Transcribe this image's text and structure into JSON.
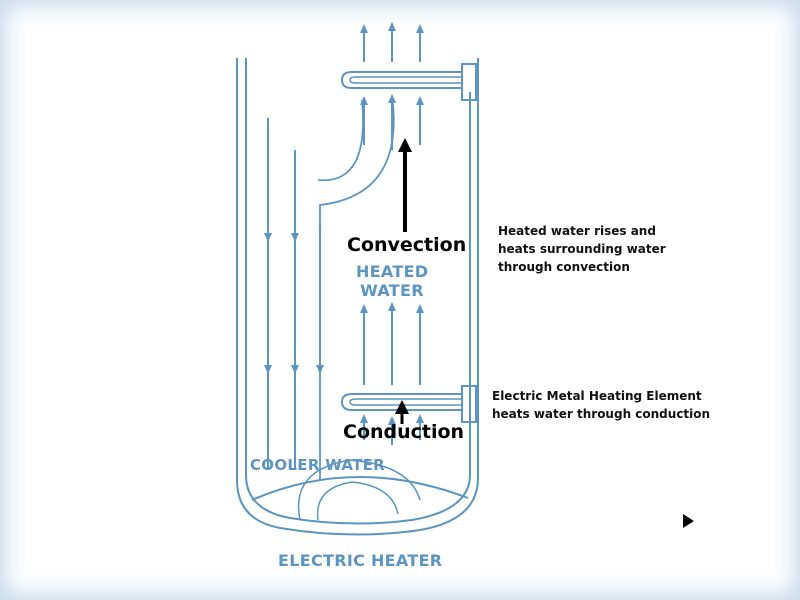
{
  "labels": {
    "heated_water_line1": "HEATED",
    "heated_water_line2": "WATER",
    "cooler_water": "COOLER WATER",
    "electric_heater": "ELECTRIC HEATER",
    "convection": "Convection",
    "conduction": "Conduction"
  },
  "notes": {
    "convection_line1": "Heated water rises and",
    "convection_line2": "heats surrounding water",
    "convection_line3": "through convection",
    "conduction_line1": "Electric Metal Heating Element",
    "conduction_line2": "heats water through conduction"
  },
  "icons": {
    "next": "play-icon"
  },
  "colors": {
    "diagram_blue": "#5b95c0",
    "text_black": "#000000",
    "glow": "#96bed7"
  }
}
